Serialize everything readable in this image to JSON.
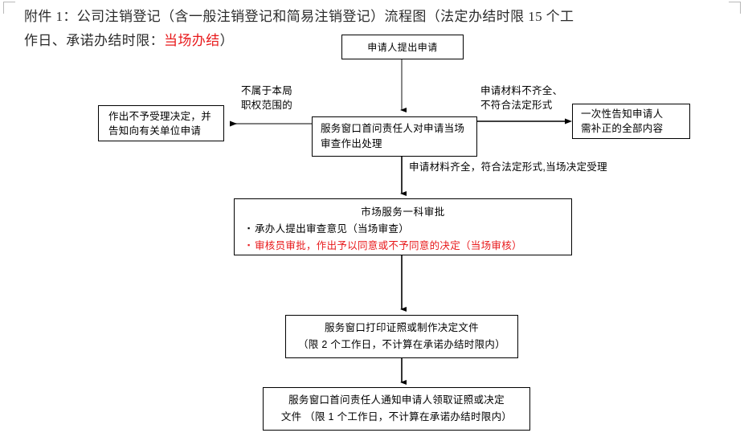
{
  "document": {
    "title_line1_prefix": "附件",
    "title_line1": "附件 1：公司注销登记（含一般注销登记和简易注销登记）流程图（法定办结时限 15 个工",
    "title_line2_before_red": "作日、承诺办结时限：",
    "title_line2_red": "当场办结",
    "title_line2_after_red": "）"
  },
  "flowchart": {
    "type": "flowchart",
    "orientation": "top-down",
    "nodes": {
      "apply": {
        "id": "apply",
        "lines": [
          "申请人提出申请"
        ]
      },
      "reject": {
        "id": "reject",
        "lines": [
          "作出不予受理决定，并",
          "告知向有关单位申请"
        ]
      },
      "window_review": {
        "id": "window_review",
        "lines": [
          "服务窗口首问责任人对申请当场",
          "审查作出处理"
        ]
      },
      "notify_correction": {
        "id": "notify_correction",
        "lines": [
          "一次性告知申请人",
          "需补正的全部内容"
        ]
      },
      "approval": {
        "id": "approval",
        "heading": "市场服务一科审批",
        "bullets": [
          {
            "text": "承办人提出审查意见（当场审查）",
            "color": "#000000"
          },
          {
            "text": "审核员审批，作出予以同意或不予同意的决定（当场审核）",
            "color": "#e8191b"
          }
        ],
        "bullet_glyph": "▪"
      },
      "print_document": {
        "id": "print_document",
        "lines": [
          "服务窗口打印证照或制作决定文件",
          "（限 2 个工作日，不计算在承诺办结时限内）"
        ]
      },
      "collect_document": {
        "id": "collect_document",
        "lines": [
          "服务窗口首问责任人通知申请人领取证照或决定",
          "文件 （限 1 个工作日，不计算在承诺办结时限内）"
        ]
      }
    },
    "edge_labels": {
      "not_jurisdiction": [
        "不属于本局",
        "职权范围的"
      ],
      "incomplete_materials": [
        "申请材料不齐全、",
        "不符合法定形式"
      ],
      "complete_materials": [
        "申请材料齐全，符合法定形式,当场决定受理"
      ]
    },
    "colors": {
      "stroke": "#000000",
      "highlight": "#e8191b",
      "title_text": "#2b2b2b",
      "background": "#ffffff"
    }
  }
}
